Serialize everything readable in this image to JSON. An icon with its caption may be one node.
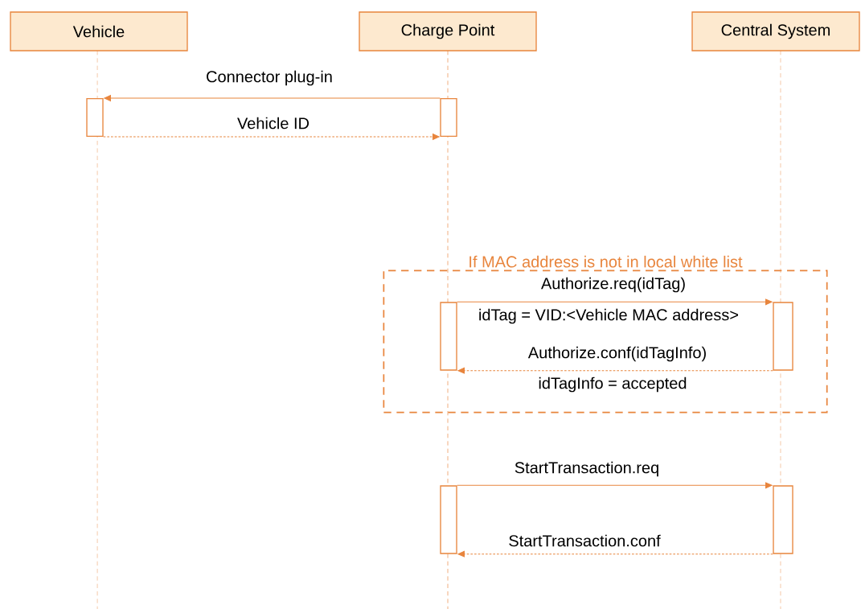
{
  "diagram": {
    "nodes": [
      {
        "text": [
          "Vehicle"
        ]
      },
      {
        "text": [
          "Charge Point"
        ]
      },
      {
        "text": [
          "Central System"
        ]
      },
      {
        "text": [
          "If MAC address is not in local white list"
        ]
      },
      {
        "text": [],
        "shape": "box"
      },
      {
        "text": [],
        "shape": "box"
      },
      {
        "text": [],
        "shape": "box",
        "in": 3
      },
      {
        "text": [],
        "shape": "box",
        "in": 3
      },
      {
        "text": [],
        "shape": "box"
      },
      {
        "text": [],
        "shape": "box"
      }
    ],
    "edges": [
      {
        "from": 5,
        "to": 4,
        "arrow": "to",
        "label": "Connector plug-in"
      },
      {
        "from": 4,
        "to": 5,
        "arrow": "to",
        "label": "Vehicle ID",
        "style": "dashed"
      },
      {
        "from": 6,
        "to": 7,
        "arrow": "to",
        "label": "Authorize.req(idTag)"
      },
      {
        "from": 7,
        "to": 6,
        "arrow": "to",
        "label": "Authorize.conf(idTagInfo)",
        "style": "dashed"
      },
      {
        "from": 8,
        "to": 9,
        "arrow": "to",
        "label": "StartTransaction.req"
      },
      {
        "from": 9,
        "to": 8,
        "arrow": "to",
        "label": "StartTransaction.conf",
        "style": "dashed"
      }
    ],
    "labels": [
      "idTag = VID:<Vehicle MAC address>",
      "idTagInfo = accepted"
    ]
  }
}
